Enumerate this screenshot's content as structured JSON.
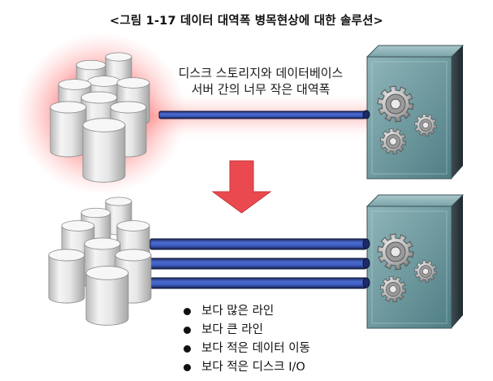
{
  "title": "<그림 1-17  데이터 대역폭 병목현상에 대한 솔루션>",
  "top_caption": [
    "디스크 스토리지와 데이터베이스",
    "서버 간의 너무 작은 대역폭"
  ],
  "solution_points": [
    "보다 많은 라인",
    "보다 큰 라인",
    "보다 적은 데이터 이동",
    "보다 적은 디스크 I/O"
  ],
  "colors": {
    "link_line": "#3a5bb5",
    "link_line_dark": "#1a2a5a",
    "arrow": "#e8434a",
    "congestion_glow": "#ff6b6b",
    "server_body": "#6f9ba0",
    "disk_fill": "#e8e8e8"
  },
  "icons": [
    "disk-cylinder-icon",
    "server-cabinet-icon",
    "gear-icon",
    "down-arrow-icon"
  ]
}
